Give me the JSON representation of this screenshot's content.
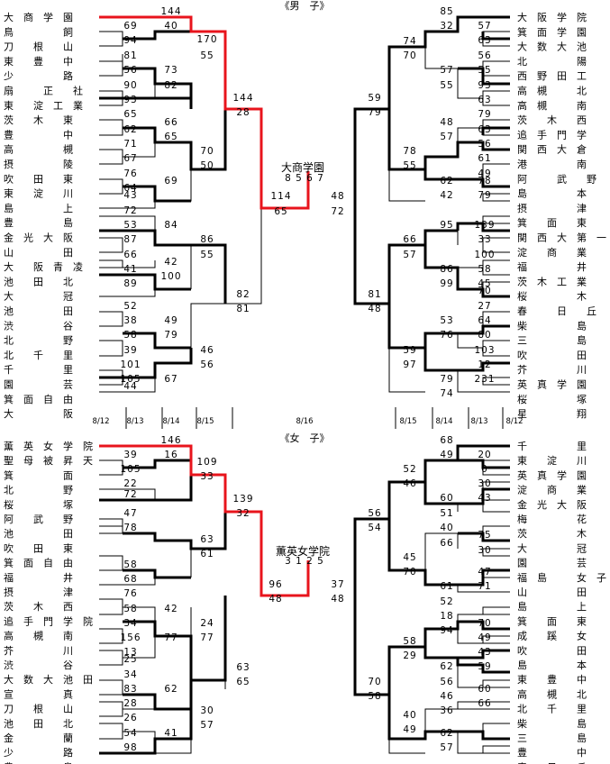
{
  "men": {
    "title": "《男　子》",
    "winner_label": "大商学園",
    "final_score_left": "8 5 6 7",
    "left_teams": [
      "大　商　学　園",
      "鳥　　　　　飼",
      "刀　　根　　山",
      "東　　豊　　中",
      "少　　　　　路",
      "扇　　　正　　社",
      "東　　淀　工　業",
      "茨　　木　　東",
      "豊　　　　　中",
      "高　　　　　槻",
      "摂　　　　　陵",
      "吹　　田　　東",
      "東　　淀　　川",
      "島　　　　　上",
      "豊　　　　　島",
      "金　光　大　阪",
      "山　　　　　田",
      "大　　阪　青　凌",
      "池　　田　　北",
      "大　　　　　冠",
      "池　　　　　田",
      "渋　　　　　谷",
      "北　　　　　野",
      "北　　千　　里",
      "千　　　　　里",
      "園　　　　　芸",
      "箕　面　自　由",
      "大　　　　　阪"
    ],
    "right_teams": [
      "大　阪　学　院",
      "箕　面　学　園",
      "大　数　大　池",
      "北　　　　　陽",
      "西　野　田　工",
      "高　槻　　　北",
      "高　槻　　　南",
      "茨　　木　　西",
      "追　手　門　学",
      "関　西　大　倉",
      "港　　　　　南",
      "阿　　　武　　野",
      "島　　　　　本",
      "摂　　　　　津",
      "箕　　面　　東",
      "関　西　大　第　一",
      "淀　　商　　業",
      "福　　　　　井",
      "茨　木　工　業",
      "桜　　　　　木",
      "春　　　日　　丘",
      "柴　　　　　島",
      "三　　　　　島",
      "吹　　　　　田",
      "芥　　　　　川",
      "英　真　学　園",
      "桜　　　　　塚",
      "星　　　　　翔"
    ]
  },
  "women": {
    "title": "《女　子》",
    "winner_label": "薫英女学院",
    "final_score_left": "3 1 2 5",
    "left_teams": [
      "薫　英　女　学　院",
      "聖　母　被　昇　天",
      "箕　　　　　面",
      "北　　　　　野",
      "桜　　　　　塚",
      "阿　　武　　野",
      "池　　　　　田",
      "吹　　田　　東",
      "箕　面　自　由",
      "福　　　　　井",
      "摂　　　　　津",
      "茨　　木　　西",
      "追　手　門　学　院",
      "高　　槻　　南",
      "芥　　　　　川",
      "渋　　　　　谷",
      "大　数　大　池　田",
      "宣　　　　　真",
      "刀　　根　　山",
      "池　　田　　北",
      "金　　　　　蘭",
      "少　　　　　路",
      "豊　　　　　島"
    ],
    "right_teams": [
      "千　　　　　里",
      "東　　淀　　川",
      "英　真　学　園",
      "淀　　商　　業",
      "金　光　大　阪",
      "梅　　　　　花",
      "茨　　　　　木",
      "大　　　　　冠",
      "園　　　　　芸",
      "福　島　　　女　子",
      "山　　　　　田",
      "島　　　　　上",
      "箕　　面　　東",
      "成　　蹊　　女",
      "吹　　　　　田",
      "島　　　　　本",
      "東　　豊　　中",
      "高　　槻　　北",
      "北　　千　　里",
      "柴　　　　　島",
      "三　　　　　島",
      "豊　　　　　中",
      "春　　日　　丘"
    ]
  },
  "dates": [
    "8/12",
    "8/13",
    "8/14",
    "8/15",
    "8/16",
    "8/15",
    "8/14",
    "8/13",
    "8/12"
  ],
  "score_labels": {
    "m_l_r1": [
      "69",
      "94",
      "81",
      "56",
      "90",
      "93",
      "65",
      "62",
      "71",
      "67",
      "76",
      "64",
      "43",
      "72",
      "53",
      "87",
      "66",
      "41",
      "89",
      "52",
      "38",
      "58",
      "39",
      "101",
      "105",
      "44",
      "69"
    ],
    "m_l_r2": [
      "144",
      "40",
      "73",
      "82",
      "66",
      "65",
      "69",
      "84",
      "42",
      "100",
      "49",
      "79",
      "67"
    ],
    "m_l_r3": [
      "170",
      "55",
      "70",
      "50",
      "86",
      "55",
      "46",
      "56"
    ],
    "m_l_r4": [
      "144",
      "28",
      "82",
      "81"
    ],
    "m_l_r5": [
      "114",
      "65"
    ],
    "m_c": [
      "48",
      "72"
    ],
    "m_r_r1": [
      "57",
      "63",
      "56",
      "55",
      "93",
      "63",
      "79",
      "63",
      "56",
      "61",
      "49",
      "78",
      "79",
      "139",
      "33",
      "100",
      "58",
      "45",
      "70",
      "27",
      "64",
      "80",
      "103",
      "12",
      "231"
    ],
    "m_r_r2": [
      "85",
      "32",
      "57",
      "55",
      "48",
      "57",
      "62",
      "42",
      "95",
      "86",
      "99",
      "53",
      "76",
      "79",
      "74"
    ],
    "m_r_r3": [
      "74",
      "70",
      "78",
      "55",
      "66",
      "57",
      "59",
      "97"
    ],
    "m_r_r4": [
      "59",
      "79",
      "81",
      "48"
    ],
    "w_l_r1": [
      "39",
      "105",
      "22",
      "72",
      "47",
      "78",
      "58",
      "68",
      "76",
      "58",
      "34",
      "156",
      "13",
      "25",
      "34",
      "83",
      "28",
      "26",
      "54",
      "98"
    ],
    "w_l_r2": [
      "146",
      "16",
      "42",
      "77",
      "62",
      "41"
    ],
    "w_l_r3": [
      "109",
      "33",
      "63",
      "61",
      "24",
      "77",
      "30",
      "57"
    ],
    "w_l_r4": [
      "139",
      "32",
      "63",
      "65"
    ],
    "w_l_r5": [
      "96",
      "48"
    ],
    "w_c": [
      "37",
      "48"
    ],
    "w_r_r1": [
      "20",
      "0",
      "30",
      "43",
      "75",
      "30",
      "47",
      "71",
      "70",
      "49",
      "43",
      "59",
      "60",
      "66"
    ],
    "w_r_r2": [
      "68",
      "49",
      "60",
      "51",
      "40",
      "66",
      "61",
      "52",
      "18",
      "94",
      "62",
      "56",
      "46",
      "36",
      "62",
      "57"
    ],
    "w_r_r3": [
      "52",
      "46",
      "45",
      "70",
      "58",
      "29",
      "40",
      "49"
    ],
    "w_r_r4": [
      "56",
      "54",
      "70",
      "58"
    ]
  }
}
